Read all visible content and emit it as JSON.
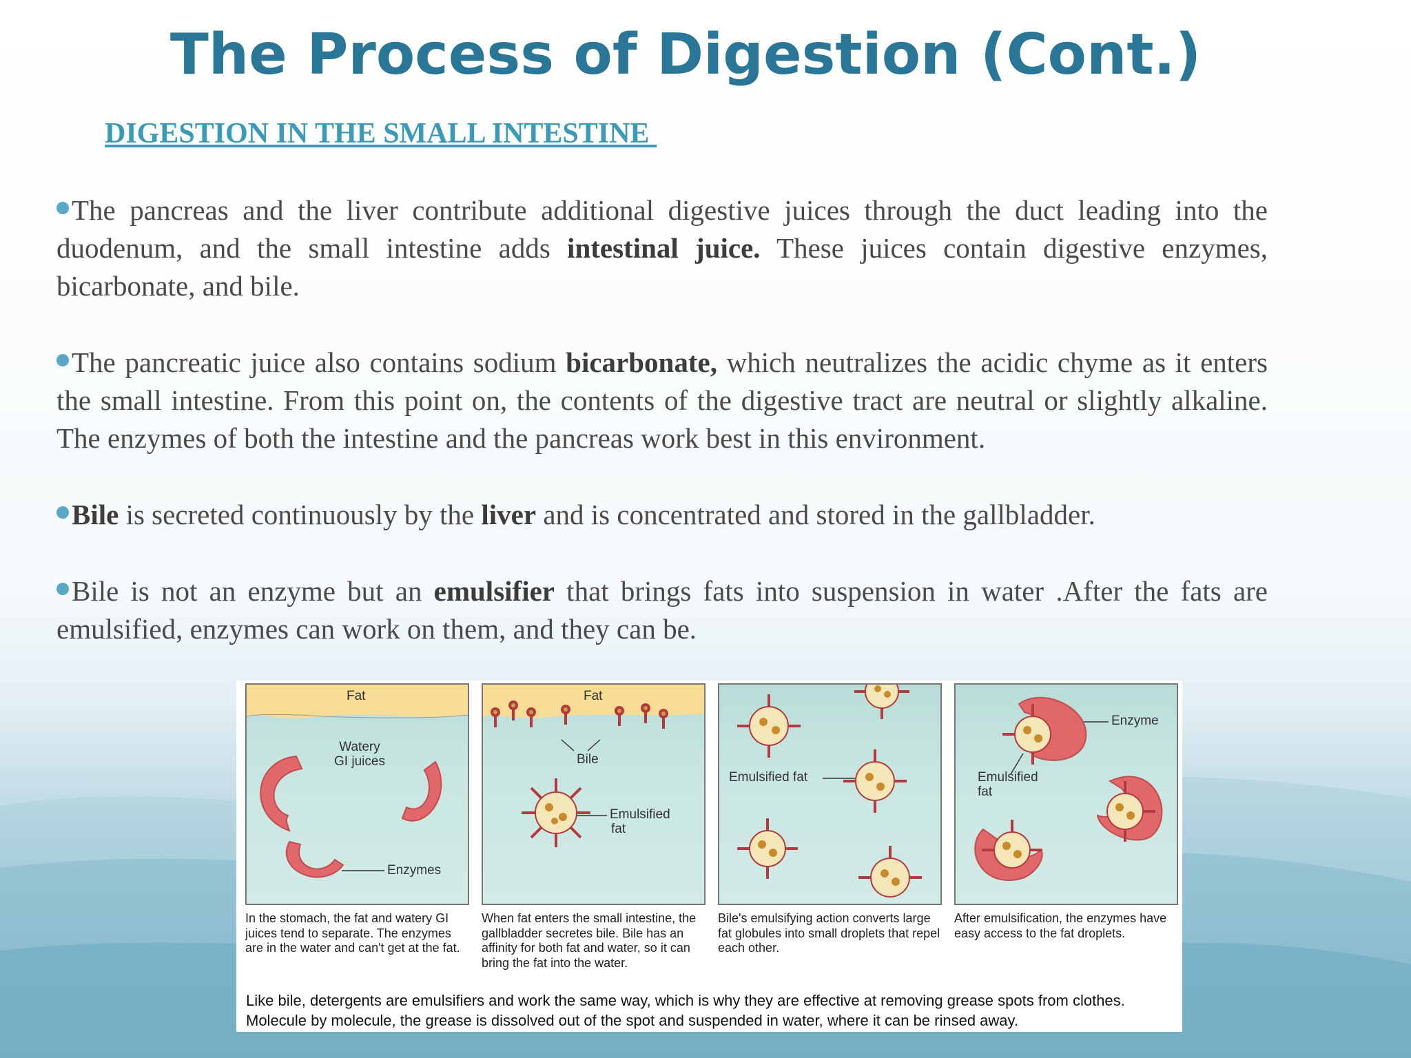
{
  "slide": {
    "title": "The Process of Digestion (Cont.)",
    "subtitle": "DIGESTION IN THE SMALL INTESTINE "
  },
  "paragraphs": [
    {
      "before": "The pancreas and the liver contribute additional digestive juices through the duct leading into the duodenum, and the small intestine adds ",
      "bold": "intestinal juice.",
      "after": " These juices contain digestive enzymes, bicarbonate, and bile."
    },
    {
      "before": "The pancreatic juice also contains sodium ",
      "bold": "bicarbonate,",
      "after": " which neutralizes the acidic chyme as it enters the small intestine. From this point on, the contents of the digestive tract are neutral or slightly alkaline. The enzymes of both the intestine and the pancreas work best in this environment."
    },
    {
      "bold1": "Bile",
      "mid1": " is secreted continuously by the ",
      "bold2": "liver",
      "after": " and is concentrated and stored in the gallbladder."
    },
    {
      "before": "Bile is not an enzyme but an ",
      "bold": "emulsifier",
      "after": " that brings fats into suspension in water .After the fats are emulsified, enzymes can work on them, and they can be."
    }
  ],
  "figure": {
    "panel1": {
      "fat_label": "Fat",
      "juices_label_1": "Watery",
      "juices_label_2": "GI juices",
      "enzymes_label": "Enzymes",
      "caption": "In the stomach, the fat and watery GI juices tend to separate. The enzymes are in the water and can't get at the fat."
    },
    "panel2": {
      "fat_label": "Fat",
      "bile_label": "Bile",
      "emulsified_label_1": "Emulsified",
      "emulsified_label_2": "fat",
      "caption": "When fat enters the small intestine, the gallbladder secretes bile. Bile has an affinity for both fat and water, so it can bring the fat into the water."
    },
    "panel3": {
      "emulsified_label": "Emulsified fat",
      "caption": "Bile's emulsifying action converts large fat globules into small droplets that repel each other."
    },
    "panel4": {
      "enzyme_label": "Enzyme",
      "emulsified_label_1": "Emulsified",
      "emulsified_label_2": "fat",
      "caption": "After emulsification, the enzymes have easy access to the fat droplets."
    },
    "footer_caption": "Like bile, detergents are emulsifiers and work the same way, which is why they are effective at removing grease spots from clothes. Molecule by molecule, the grease is dissolved out of the spot and suspended in water, where it can be rinsed away."
  },
  "colors": {
    "title": "#2a7697",
    "subtitle": "#3a9ab8",
    "bullet": "#5aa8c8",
    "text": "#4a4a4a",
    "fat": "#f8dc96",
    "water": "#c8e6e1",
    "enzyme": "#e0686a"
  }
}
